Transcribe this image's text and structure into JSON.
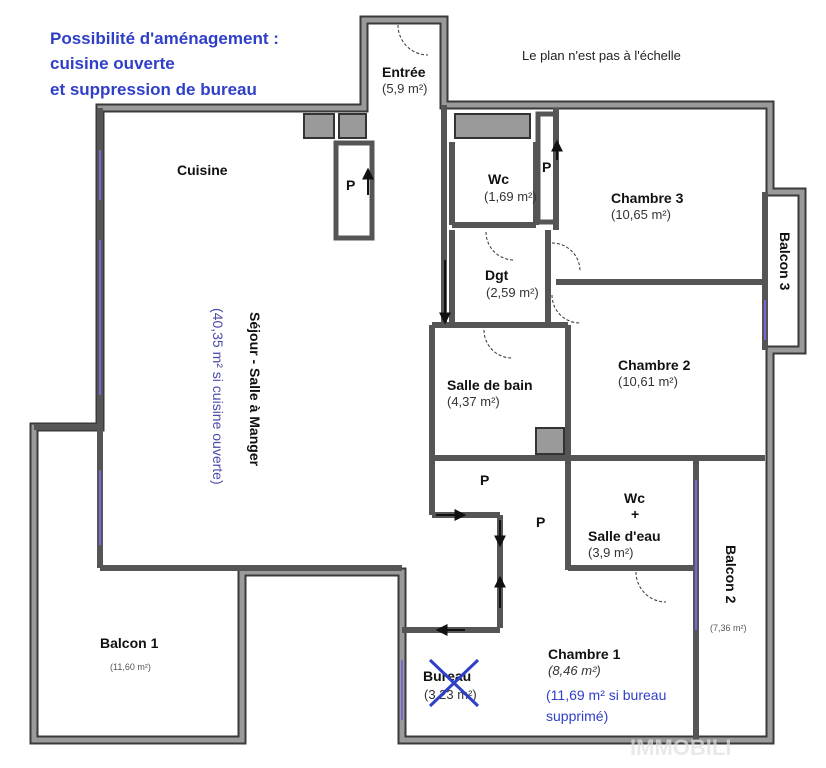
{
  "header": {
    "line1": "Possibilité d'aménagement :",
    "line2": "cuisine ouverte",
    "line3": "et suppression de bureau",
    "scale_note": "Le plan n'est pas à l'échelle"
  },
  "rooms": {
    "entree": {
      "name": "Entrée",
      "area": "(5,9 m²)"
    },
    "cuisine": {
      "name": "Cuisine"
    },
    "sejour": {
      "name": "Séjour - Salle à Manger",
      "note": "(40,35 m² si cuisine ouverte)"
    },
    "wc": {
      "name": "Wc",
      "area": "(1,69 m²)"
    },
    "chambre3": {
      "name": "Chambre 3",
      "area": "(10,65 m²)"
    },
    "balcon3": {
      "name": "Balcon 3"
    },
    "dgt": {
      "name": "Dgt",
      "area": "(2,59 m²)"
    },
    "salle_de_bain": {
      "name": "Salle de bain",
      "area": "(4,37 m²)"
    },
    "chambre2": {
      "name": "Chambre 2",
      "area": "(10,61 m²)"
    },
    "wc_salle_eau": {
      "name1": "Wc",
      "plus": "+",
      "name2": "Salle d'eau",
      "area": "(3,9 m²)"
    },
    "balcon2": {
      "name": "Balcon 2",
      "area": "(7,36 m²)"
    },
    "balcon1": {
      "name": "Balcon 1",
      "area": "(11,60 m²)"
    },
    "chambre1": {
      "name": "Chambre 1",
      "area": "(8,46 m²)",
      "note_line1": "(11,69 m² si bureau",
      "note_line2": "supprimé)"
    },
    "bureau": {
      "name": "Bureau",
      "area": "(3,23 m²)"
    }
  },
  "placards": {
    "label": "P"
  },
  "watermark": "IMMOBILI",
  "colors": {
    "wall": "#8a8a8a",
    "wall_stroke": "#3a3a3a",
    "note_blue": "#2f3fc8",
    "cross": "#2f3fc8"
  }
}
